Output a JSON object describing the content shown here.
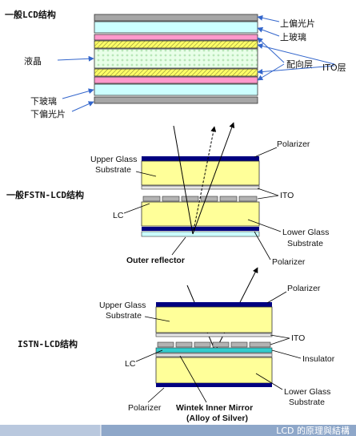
{
  "diagram1": {
    "title": "一般LCD结构",
    "labels": {
      "upper_polarizer": "上偏光片",
      "upper_glass": "上玻璃",
      "liquid_crystal": "液晶",
      "alignment_layer": "配向层",
      "ito_layer": "ITO层",
      "lower_glass": "下玻璃",
      "lower_polarizer": "下偏光片"
    }
  },
  "diagram2": {
    "title": "一般FSTN-LCD结构",
    "labels": {
      "polarizer_top": "Polarizer",
      "upper_glass_line1": "Upper Glass",
      "upper_glass_line2": "Substrate",
      "ito": "ITO",
      "lc": "LC",
      "lower_glass_line1": "Lower Glass",
      "lower_glass_line2": "Substrate",
      "outer_reflector": "Outer reflector",
      "polarizer_bottom": "Polarizer"
    }
  },
  "diagram3": {
    "title": "ISTN-LCD结构",
    "labels": {
      "polarizer_top": "Polarizer",
      "upper_glass_line1": "Upper Glass",
      "upper_glass_line2": "Substrate",
      "ito": "ITO",
      "insulator": "Insulator",
      "lc": "LC",
      "lower_glass_line1": "Lower Glass",
      "lower_glass_line2": "Substrate",
      "polarizer_bottom": "Polarizer",
      "mirror_line1": "Wintek Inner Mirror",
      "mirror_line2": "(Alloy of Silver)"
    }
  },
  "footer": {
    "text": "LCD 的原理與結構"
  },
  "colors": {
    "polarizer_gray": "#a6a6a6",
    "glass_cyan": "#ccffff",
    "alignment_pink": "#ff99cc",
    "ito_yellow": "#ffff66",
    "substrate_yellow": "#ffff99",
    "polarizer_navy": "#000080",
    "insulator_cyan": "#33cccc",
    "footer_blue": "#8ea7c9"
  }
}
